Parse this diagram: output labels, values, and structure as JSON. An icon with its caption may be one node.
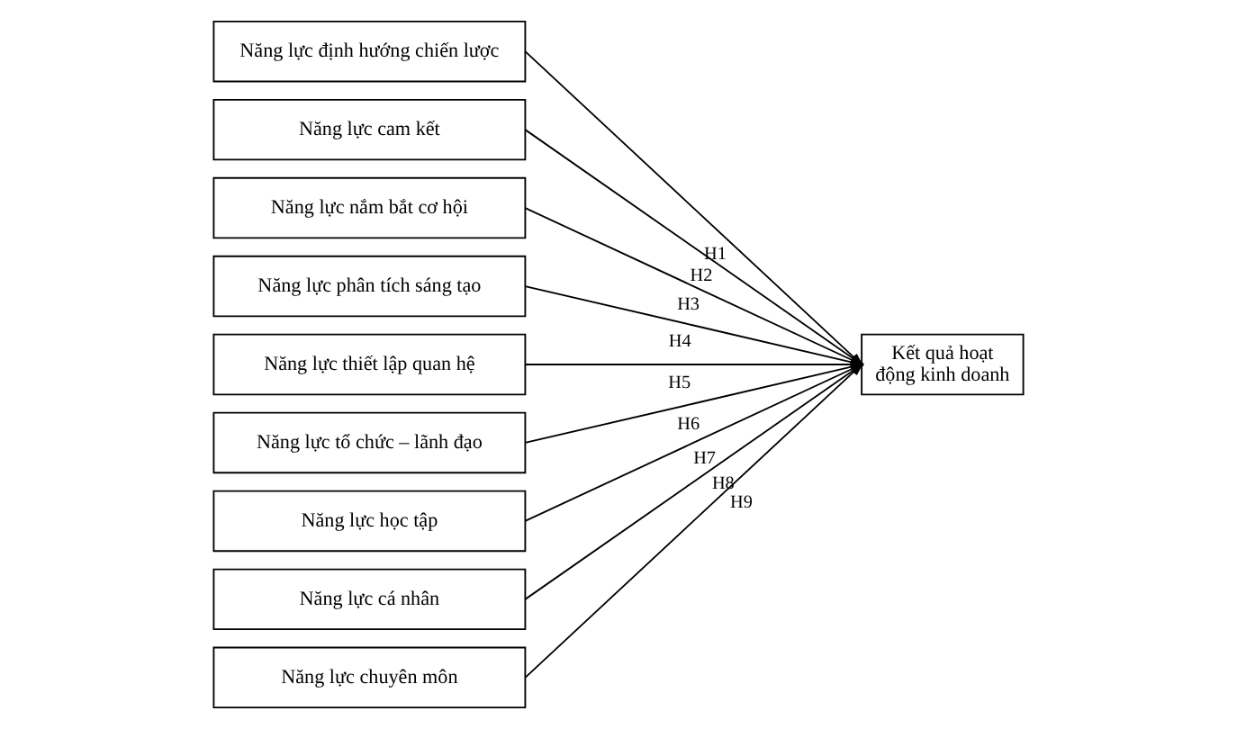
{
  "diagram": {
    "nodes": [
      {
        "text": [
          "Năng lực định hướng chiến lược"
        ]
      },
      {
        "text": [
          "Năng lực cam kết"
        ]
      },
      {
        "text": [
          "Năng lực nắm bắt cơ hội"
        ]
      },
      {
        "text": [
          "Năng lực phân tích sáng tạo"
        ]
      },
      {
        "text": [
          "Năng lực thiết lập quan hệ"
        ]
      },
      {
        "text": [
          "Năng lực tổ chức – lãnh đạo"
        ]
      },
      {
        "text": [
          "Năng lực học tập"
        ]
      },
      {
        "text": [
          "Năng lực cá nhân"
        ]
      },
      {
        "text": [
          "Năng lực chuyên môn"
        ]
      },
      {
        "text": [
          "Kết quả hoạt động kinh doanh"
        ]
      }
    ],
    "edges": [
      {
        "from": 0,
        "to": 9,
        "arrow": "to",
        "label": "H1"
      },
      {
        "from": 1,
        "to": 9,
        "arrow": "to",
        "label": "H2"
      },
      {
        "from": 2,
        "to": 9,
        "arrow": "to",
        "label": "H3"
      },
      {
        "from": 3,
        "to": 9,
        "arrow": "to",
        "label": "H4"
      },
      {
        "from": 4,
        "to": 9,
        "arrow": "to",
        "label": "H5"
      },
      {
        "from": 5,
        "to": 9,
        "arrow": "to",
        "label": "H6"
      },
      {
        "from": 6,
        "to": 9,
        "arrow": "to",
        "label": "H7"
      },
      {
        "from": 7,
        "to": 9,
        "arrow": "to",
        "label": "H8"
      },
      {
        "from": 8,
        "to": 9,
        "arrow": "to",
        "label": "H9"
      }
    ]
  }
}
